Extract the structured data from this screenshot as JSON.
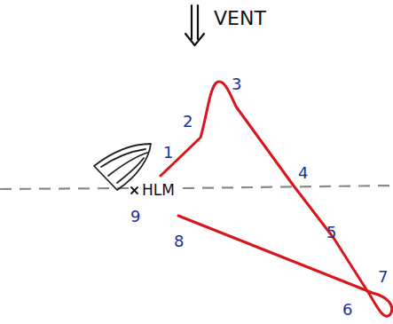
{
  "diagram": {
    "labels": [
      "VENT",
      "HLM",
      "1",
      "2",
      "3",
      "4",
      "5",
      "6",
      "7",
      "8",
      "9"
    ]
  }
}
